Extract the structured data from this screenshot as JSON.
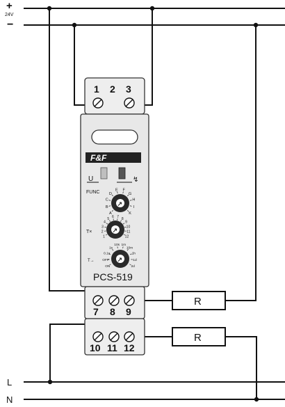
{
  "supply": {
    "plus": "+",
    "voltage": "24V",
    "minus": "−"
  },
  "mains": {
    "line": "L",
    "neutral": "N"
  },
  "terminals": {
    "top": [
      "1",
      "2",
      "3"
    ],
    "mid": [
      "7",
      "8",
      "9"
    ],
    "bottom": [
      "10",
      "11",
      "12"
    ]
  },
  "loads": {
    "load1": "R",
    "load2": "R"
  },
  "device": {
    "brand": "F&F",
    "led_u": "U",
    "model": "PCS-519",
    "func_label": "FUNC",
    "func_letters": [
      "A",
      "B",
      "C",
      "D",
      "E",
      "F",
      "G",
      "H",
      "I",
      "K"
    ],
    "tx_label": "T×",
    "tx_scale": [
      "1",
      "2",
      "3",
      "4",
      "5",
      "6",
      "7",
      "8",
      "9",
      "10",
      "11",
      "12"
    ],
    "time_label": "T→",
    "time_scale": [
      "ON",
      "OFF",
      "0.1s",
      "1s",
      "10s",
      "1m",
      "10m",
      "1h",
      "1d",
      "2d"
    ]
  },
  "colors": {
    "line": "#111111",
    "device_fill": "#e6e6e6",
    "device_stroke": "#333333",
    "knob": "#2a2a2a"
  }
}
